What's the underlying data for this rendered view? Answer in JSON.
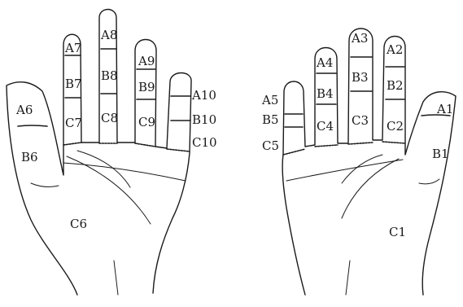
{
  "left_hand": {
    "thumb": [
      "A6",
      "B6"
    ],
    "fingers": [
      [
        "A7",
        "B7",
        "C7"
      ],
      [
        "A8",
        "B8",
        "C8"
      ],
      [
        "A9",
        "B9",
        "C9"
      ],
      [
        "A10",
        "B10",
        "C10"
      ]
    ],
    "palm": "C6"
  },
  "right_hand": {
    "fingers": [
      [
        "A5",
        "B5",
        "C5"
      ],
      [
        "A4",
        "B4",
        "C4"
      ],
      [
        "A3",
        "B3",
        "C3"
      ],
      [
        "A2",
        "B2",
        "C2"
      ]
    ],
    "thumb": [
      "A1",
      "B1"
    ],
    "palm": "C1"
  }
}
